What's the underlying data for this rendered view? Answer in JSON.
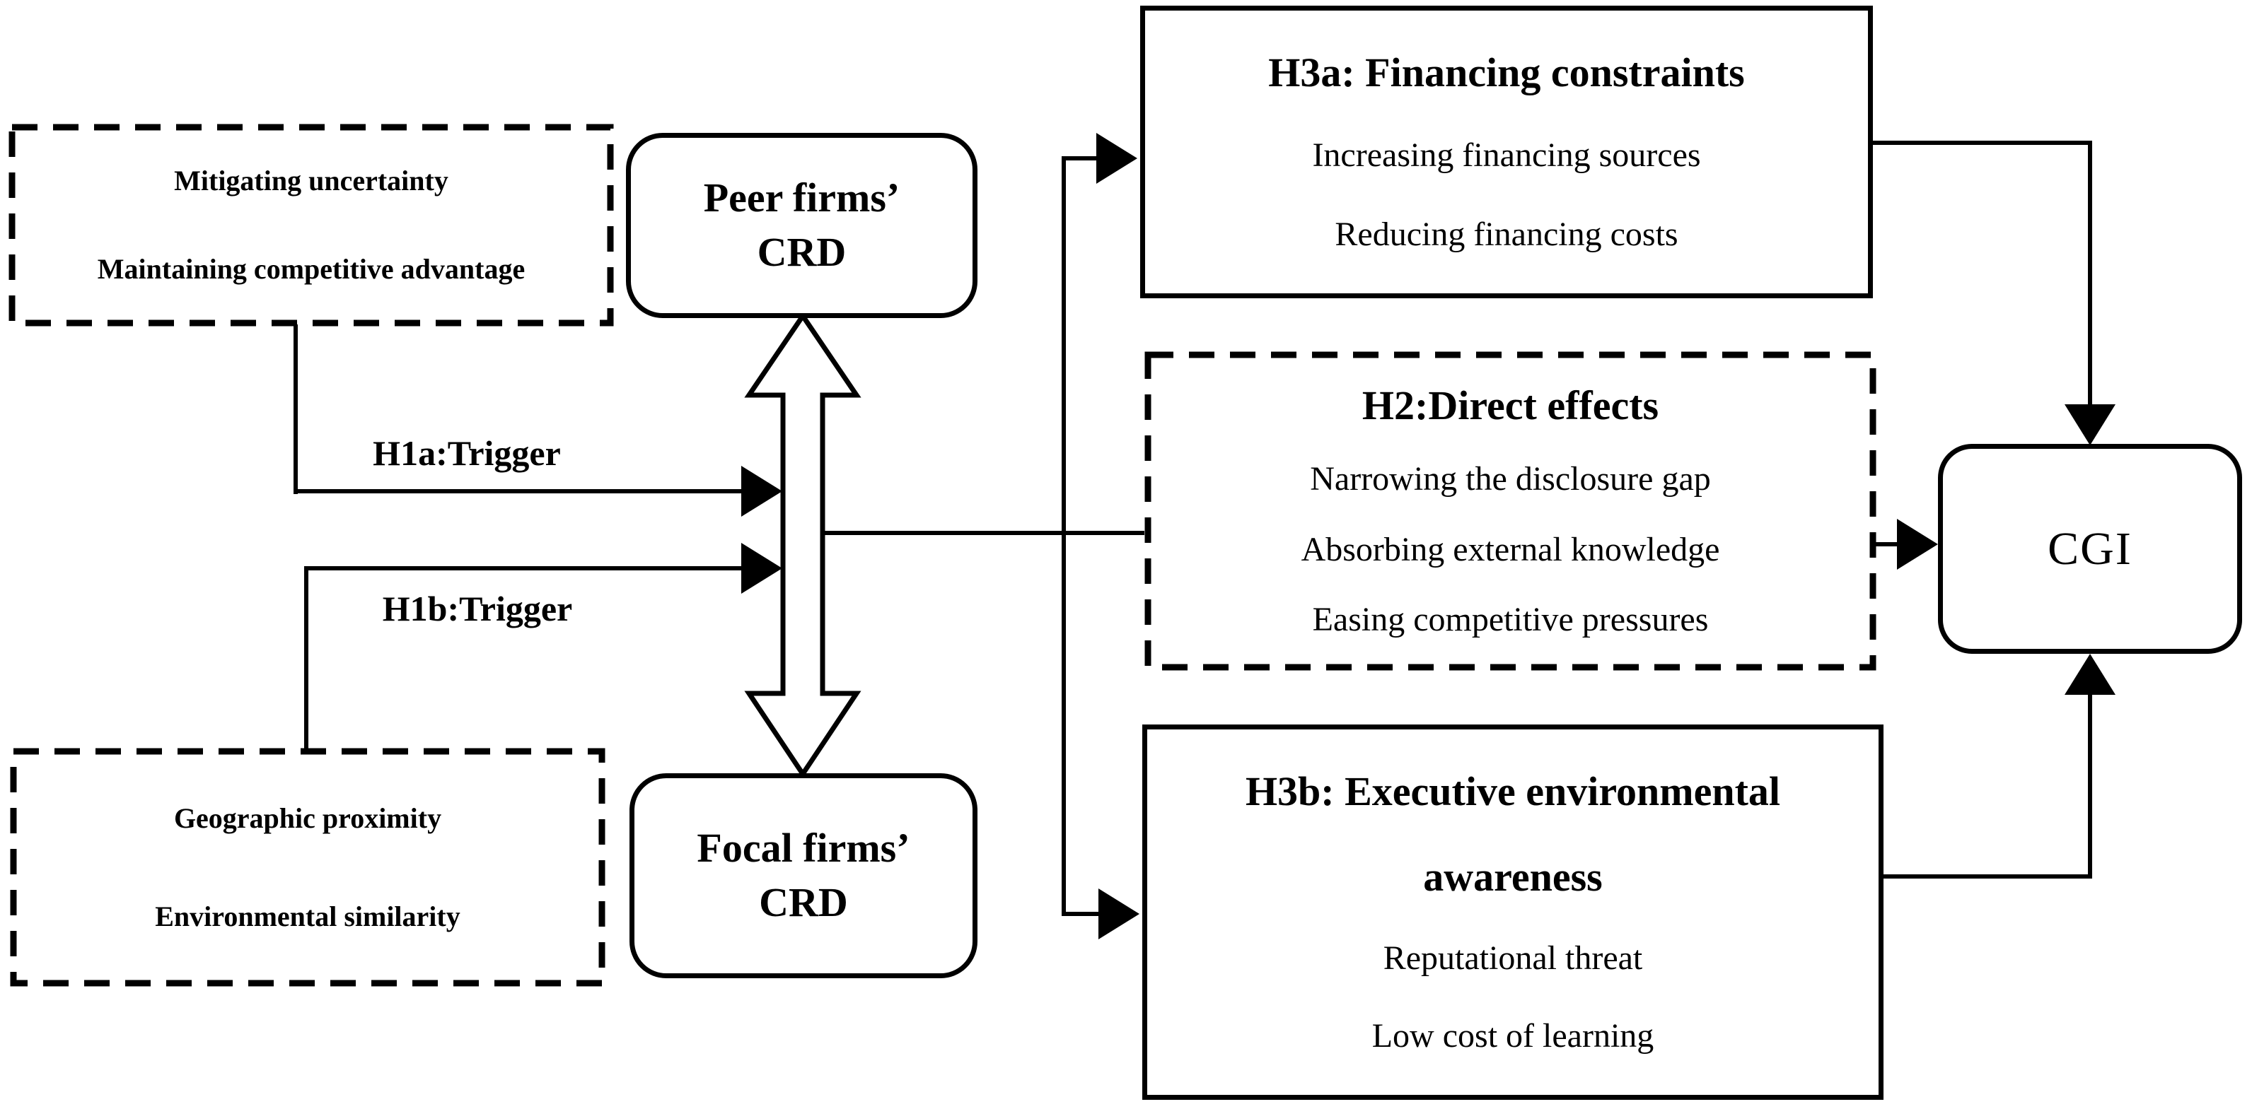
{
  "figure": {
    "colors": {
      "ink": "#000000",
      "background": "#ffffff"
    },
    "left_top_box": {
      "lines": [
        "Mitigating uncertainty",
        "Maintaining competitive advantage"
      ]
    },
    "left_bottom_box": {
      "lines": [
        "Geographic proximity",
        "Environmental similarity"
      ]
    },
    "peer_box": {
      "line1": "Peer firms’",
      "line2": "CRD"
    },
    "focal_box": {
      "line1": "Focal firms’",
      "line2": "CRD"
    },
    "h1a_label": "H1a:Trigger",
    "h1b_label": "H1b:Trigger",
    "h3a_box": {
      "title": "H3a: Financing constraints",
      "items": [
        "Increasing financing sources",
        "Reducing financing costs"
      ]
    },
    "h2_box": {
      "title": "H2:Direct effects",
      "items": [
        "Narrowing the disclosure gap",
        "Absorbing external knowledge",
        "Easing competitive pressures"
      ]
    },
    "h3b_box": {
      "title_line1": "H3b: Executive environmental",
      "title_line2": "awareness",
      "items": [
        "Reputational threat",
        "Low cost of learning"
      ]
    },
    "cgi_box": {
      "label": "CGI"
    }
  }
}
